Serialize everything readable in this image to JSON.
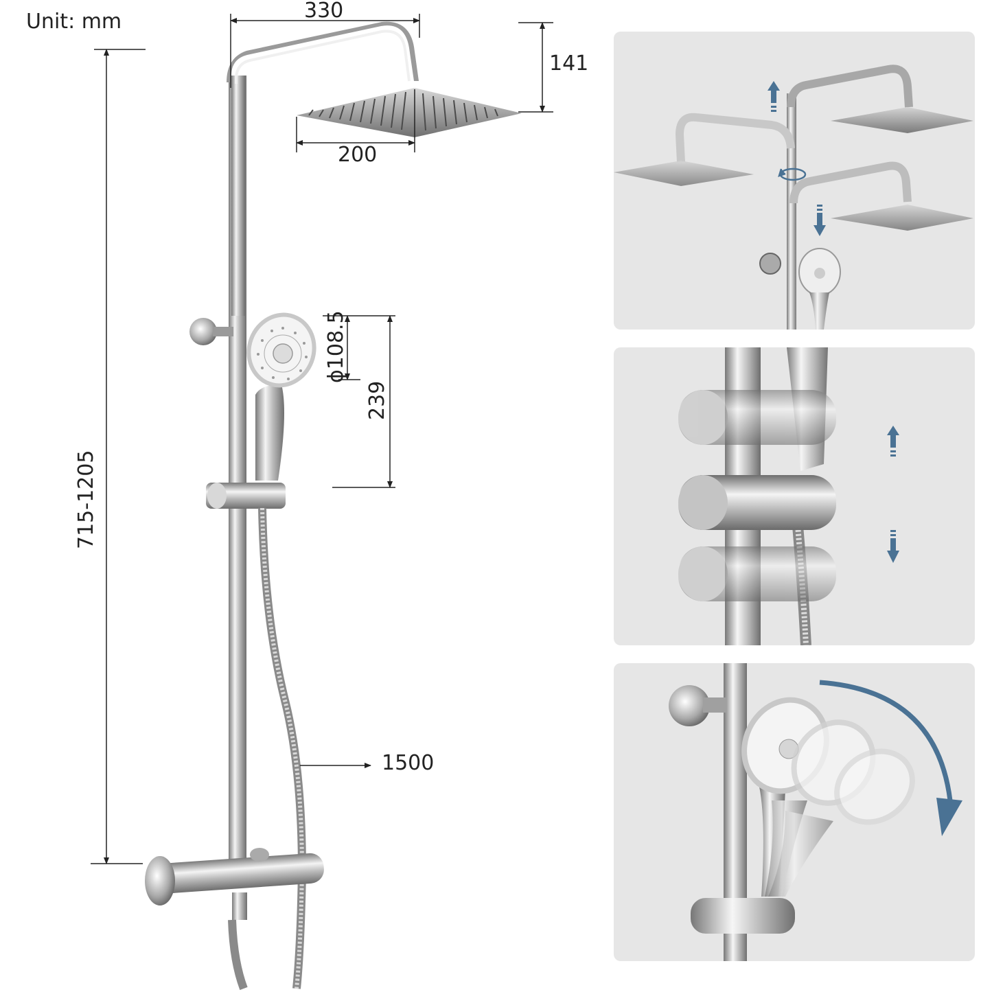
{
  "unit_label": "Unit: mm",
  "dimensions": {
    "overhead_arm_length": "330",
    "overhead_height": "141",
    "rain_head_width": "200",
    "hand_shower_diameter": "ϕ108.5",
    "hand_shower_length": "239",
    "total_height": "715-1205",
    "hose_length": "1500"
  },
  "colors": {
    "chrome_dark": "#8a8a8a",
    "chrome_light": "#f2f2f2",
    "panel_bg": "#e6e6e6",
    "arrow_blue": "#4a7294",
    "dimension_line": "#222222"
  },
  "icons": {
    "up": "arrow-up-icon",
    "down": "arrow-down-icon",
    "rotate": "rotate-icon",
    "swing": "curved-arrow-icon"
  }
}
